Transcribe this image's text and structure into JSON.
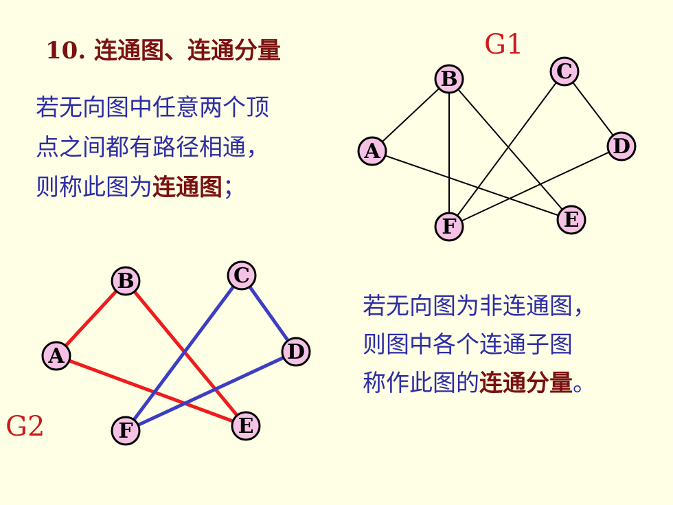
{
  "heading": "10. 连通图、连通分量",
  "para1": {
    "line1": "若无向图中任意两个顶",
    "line2": "点之间都有路径相通，",
    "line3_pre": "则称此图为",
    "line3_em": "连通图",
    "line3_post": "；"
  },
  "para2": {
    "line1": "若无向图为非连通图，",
    "line2": "则图中各个连通子图",
    "line3_pre": "称作此图的",
    "line3_em": "连通分量",
    "line3_post": "。"
  },
  "graphs": [
    {
      "name": "G1",
      "vertices": [
        "A",
        "B",
        "C",
        "D",
        "E",
        "F"
      ],
      "edges": [
        [
          "A",
          "B"
        ],
        [
          "B",
          "F"
        ],
        [
          "B",
          "E"
        ],
        [
          "A",
          "E"
        ],
        [
          "C",
          "D"
        ],
        [
          "C",
          "F"
        ],
        [
          "D",
          "F"
        ]
      ]
    },
    {
      "name": "G2",
      "vertices": [
        "A",
        "B",
        "C",
        "D",
        "E",
        "F"
      ],
      "components": [
        {
          "color": "#ee1c1c",
          "edges": [
            [
              "A",
              "B"
            ],
            [
              "B",
              "E"
            ],
            [
              "A",
              "E"
            ]
          ]
        },
        {
          "color": "#3d3dc4",
          "edges": [
            [
              "C",
              "D"
            ],
            [
              "C",
              "F"
            ],
            [
              "D",
              "F"
            ]
          ]
        }
      ]
    }
  ],
  "colors": {
    "background": "#ffffe6",
    "vertex_fill": "#f5c2e6",
    "g1_edge": "#000000",
    "text_blue": "#2d2da6",
    "text_dark_red": "#7a1010",
    "label_red": "#cc1a1a"
  }
}
